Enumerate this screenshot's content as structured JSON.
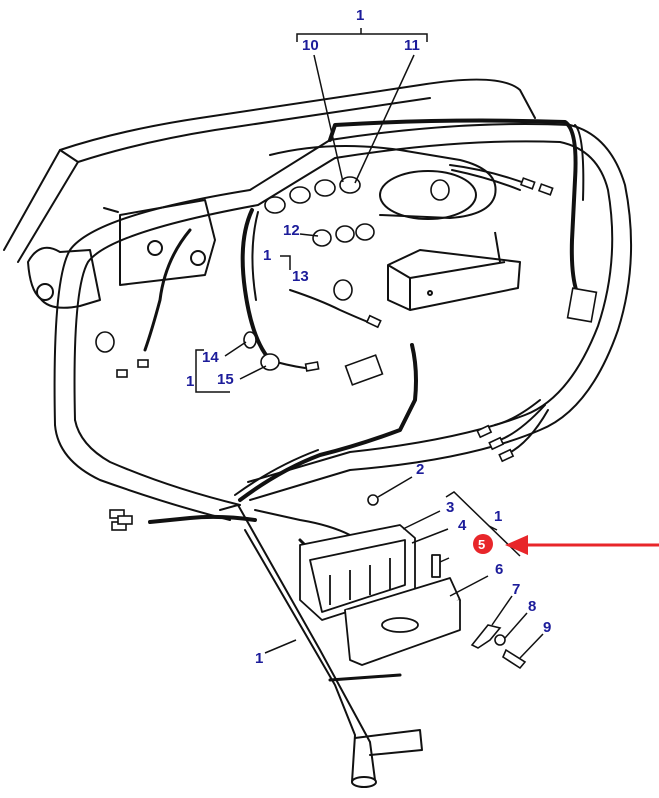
{
  "colors": {
    "label": "#1c1c9a",
    "line": "#111111",
    "highlight": "#e8262a",
    "arrow": "#e8262a"
  },
  "labels": {
    "top_1": "1",
    "p10": "10",
    "p11": "11",
    "p12": "12",
    "p1_left": "1",
    "p13": "13",
    "p14": "14",
    "p1_lamp": "1",
    "p15": "15",
    "p2": "2",
    "p3": "3",
    "p1_right": "1",
    "p4": "4",
    "p5": "5",
    "p6": "6",
    "p7": "7",
    "p8": "8",
    "p9": "9",
    "p1_bottom": "1"
  },
  "highlight": {
    "part": "5",
    "icon": "arrow-pointer-icon"
  }
}
